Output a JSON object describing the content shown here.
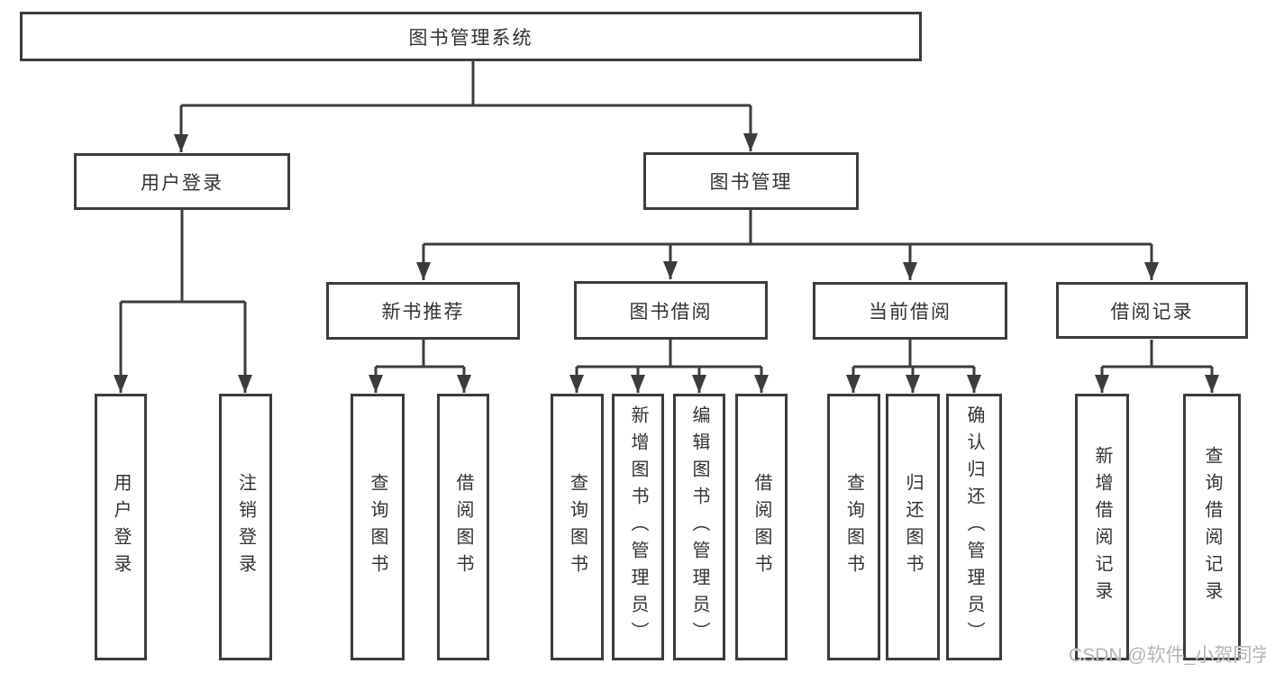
{
  "tree": {
    "root": {
      "label": "图书管理系统",
      "children": [
        {
          "label": "用户登录",
          "children": [
            {
              "label": "用户登录"
            },
            {
              "label": "注销登录"
            }
          ]
        },
        {
          "label": "图书管理",
          "children": [
            {
              "label": "新书推荐",
              "children": [
                {
                  "label": "查询图书"
                },
                {
                  "label": "借阅图书"
                }
              ]
            },
            {
              "label": "图书借阅",
              "children": [
                {
                  "label": "查询图书"
                },
                {
                  "label": "新增图书（管理员）"
                },
                {
                  "label": "编辑图书（管理员）"
                },
                {
                  "label": "借阅图书"
                }
              ]
            },
            {
              "label": "当前借阅",
              "children": [
                {
                  "label": "查询图书"
                },
                {
                  "label": "归还图书"
                },
                {
                  "label": "确认归还（管理员）"
                }
              ]
            },
            {
              "label": "借阅记录",
              "children": [
                {
                  "label": "新增借阅记录"
                },
                {
                  "label": "查询借阅记录"
                }
              ]
            }
          ]
        }
      ]
    }
  },
  "watermark": "CSDN @软件_小贺同学",
  "colors": {
    "line": "#3c3c3c",
    "text": "#333333",
    "background": "#ffffff",
    "watermark": "#b5b5b5"
  }
}
